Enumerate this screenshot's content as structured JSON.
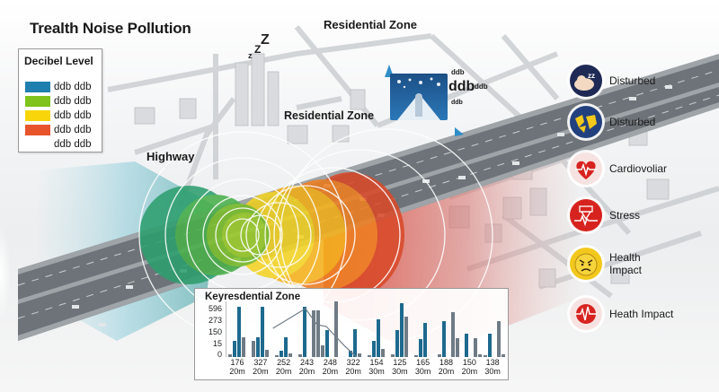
{
  "title": "Trealth Noise Pollution",
  "legend": {
    "title": "Decibel Level",
    "items": [
      {
        "label": "ddb ddb",
        "color": "#1f7fae"
      },
      {
        "label": "ddb ddb",
        "color": "#7fc31c"
      },
      {
        "label": "ddb ddb",
        "color": "#f7d50a"
      },
      {
        "label": "ddb ddb",
        "color": "#e8542b"
      },
      {
        "label": "ddb ddb",
        "color": ""
      }
    ]
  },
  "map_labels": {
    "residential_top": "Residential Zone",
    "residential_mid": "Residential Zone",
    "highway": "Highway",
    "sleep_z": [
      "z",
      "Z",
      "Z"
    ]
  },
  "sign": {
    "small_top": "ddb",
    "large": "ddb",
    "side": "ddb",
    "bottom": "ddb"
  },
  "effects": [
    {
      "label": "Disturbed",
      "icon": "sleeping-person-icon",
      "bg": "#1e2a55"
    },
    {
      "label": "Disturbed",
      "icon": "broken-sleep-icon",
      "bg": "#22407e"
    },
    {
      "label": "Cardiovoliar",
      "icon": "heart-rate-icon",
      "bg": "#f6e3e1"
    },
    {
      "label": "Stress",
      "icon": "stress-pulse-icon",
      "bg": "#d7231f"
    },
    {
      "label": "Health Impact",
      "icon": "angry-face-icon",
      "bg": "#f2c81d"
    },
    {
      "label": "Heath Impact",
      "icon": "heartbeat-monitor-icon",
      "bg": "#f6e3e1"
    }
  ],
  "colors": {
    "blue_zone": "#5fb2c9",
    "green_zone": "#4cb648",
    "yellow_zone": "#f2c719",
    "orange_zone": "#ee7a24",
    "red_zone": "#d84a3c",
    "bar_blue": "#1e6a8e",
    "bar_gray": "#6f7b85"
  },
  "chart_data": {
    "type": "bar",
    "title": "Keyresdential Zone",
    "xlabel": "",
    "ylabel": "",
    "yticks": [
      "596",
      "273",
      "150",
      "15",
      "0"
    ],
    "categories": [
      "176 20m",
      "327 20m",
      "252 20m",
      "243 20m",
      "248 20m",
      "322 20m",
      "154 30m",
      "125 30m",
      "165 30m",
      "188 20m",
      "150 20m",
      "138 30m"
    ],
    "category_lines": [
      [
        "176",
        "20m"
      ],
      [
        "327",
        "20m"
      ],
      [
        "252",
        "20m"
      ],
      [
        "243",
        "20m"
      ],
      [
        "248",
        "20m"
      ],
      [
        "322",
        "20m"
      ],
      [
        "154",
        "30m"
      ],
      [
        "125",
        "30m"
      ],
      [
        "165",
        "30m"
      ],
      [
        "188",
        "20m"
      ],
      [
        "150",
        "20m"
      ],
      [
        "138",
        "30m"
      ]
    ],
    "series": [
      {
        "name": "gray-low",
        "color": "#6f7b85",
        "values": [
          3,
          18,
          2,
          3,
          13,
          0,
          2,
          3,
          2,
          3,
          0,
          2
        ]
      },
      {
        "name": "blue-a",
        "color": "#1e6a8e",
        "values": [
          18,
          22,
          7,
          56,
          30,
          7,
          18,
          30,
          20,
          40,
          26,
          26
        ]
      },
      {
        "name": "blue-b",
        "color": "#1e6a8e",
        "values": [
          56,
          56,
          22,
          0,
          0,
          31,
          42,
          60,
          38,
          0,
          0,
          0
        ]
      },
      {
        "name": "gray-high",
        "color": "#6f7b85",
        "values": [
          22,
          8,
          4,
          52,
          62,
          4,
          9,
          45,
          0,
          50,
          21,
          40
        ]
      },
      {
        "name": "gray-extra",
        "color": "#6f7b85",
        "values": [
          0,
          0,
          0,
          52,
          0,
          0,
          0,
          0,
          0,
          21,
          3,
          3
        ]
      }
    ],
    "line": {
      "name": "trend",
      "color": "#6f7b85",
      "points": [
        [
          4.2,
          32
        ],
        [
          5.2,
          50
        ],
        [
          6.0,
          28
        ],
        [
          6.6,
          24
        ],
        [
          7.4,
          0
        ],
        [
          8.0,
          0
        ]
      ]
    },
    "ylim": [
      0,
      596
    ],
    "grid": false,
    "legend_position": "none"
  }
}
